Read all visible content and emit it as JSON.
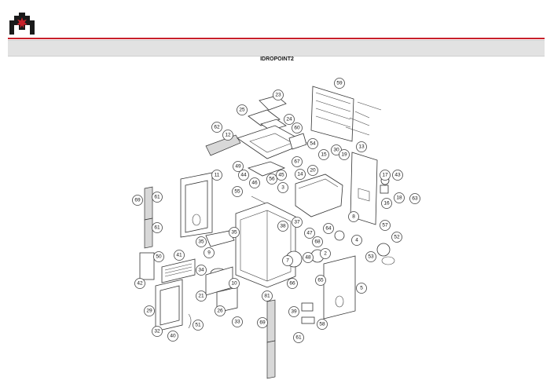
{
  "header": {
    "logo_icon": "brand-flame-logo-icon",
    "brand_color": "#c8202a",
    "bar_color": "#e2e2e2"
  },
  "diagram": {
    "title": "IDROPOINT2",
    "callouts": [
      "59",
      "23",
      "25",
      "24",
      "62",
      "12",
      "60",
      "54",
      "30",
      "19",
      "15",
      "13",
      "49",
      "44",
      "46",
      "56",
      "45",
      "67",
      "14",
      "20",
      "17",
      "43",
      "11",
      "55",
      "3",
      "18",
      "16",
      "63",
      "69",
      "61",
      "61",
      "8",
      "57",
      "37",
      "38",
      "64",
      "47",
      "4",
      "52",
      "35",
      "35",
      "2",
      "68",
      "7",
      "48",
      "53",
      "50",
      "41",
      "9",
      "34",
      "42",
      "66",
      "65",
      "10",
      "5",
      "21",
      "81",
      "39",
      "26",
      "33",
      "58",
      "29",
      "51",
      "32",
      "40",
      "69",
      "61"
    ]
  }
}
